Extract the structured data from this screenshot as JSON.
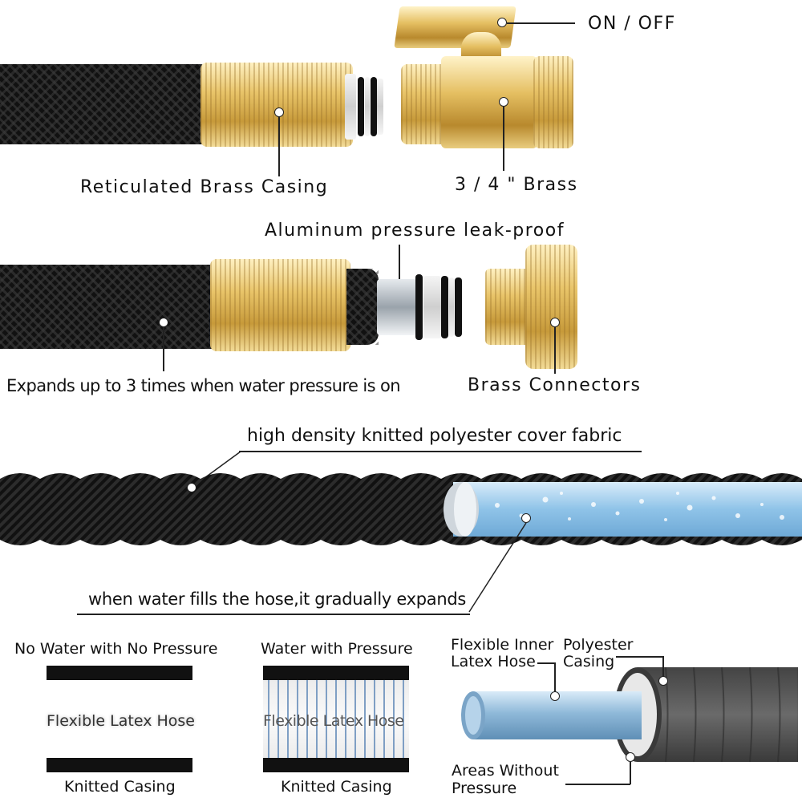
{
  "labels": {
    "on_off": "ON / OFF",
    "reticulated": "Reticulated Brass Casing",
    "brass_34": "3 / 4 \" Brass",
    "aluminum": "Aluminum pressure leak-proof",
    "expands": "Expands up to 3 times when water pressure is on",
    "brass_connectors": "Brass Connectors",
    "high_density": "high density knitted polyester cover fabric",
    "when_water": "when water fills the hose,it gradually expands",
    "no_water": "No Water with No Pressure",
    "water_pressure": "Water with Pressure",
    "flexible_latex_1": "Flexible Latex Hose",
    "flexible_latex_2": "Flexible Latex Hose",
    "knitted_1": "Knitted Casing",
    "knitted_2": "Knitted Casing",
    "inner_latex_1": "Flexible Inner",
    "inner_latex_2": "Latex Hose",
    "poly_1": "Polyester",
    "poly_2": "Casing",
    "areas_1": "Areas Without",
    "areas_2": "Pressure"
  },
  "colors": {
    "hose_black": "#111111",
    "brass": "#e0b85a",
    "inner_blue": "#8fc3e8",
    "casing_gray": "#555555"
  }
}
